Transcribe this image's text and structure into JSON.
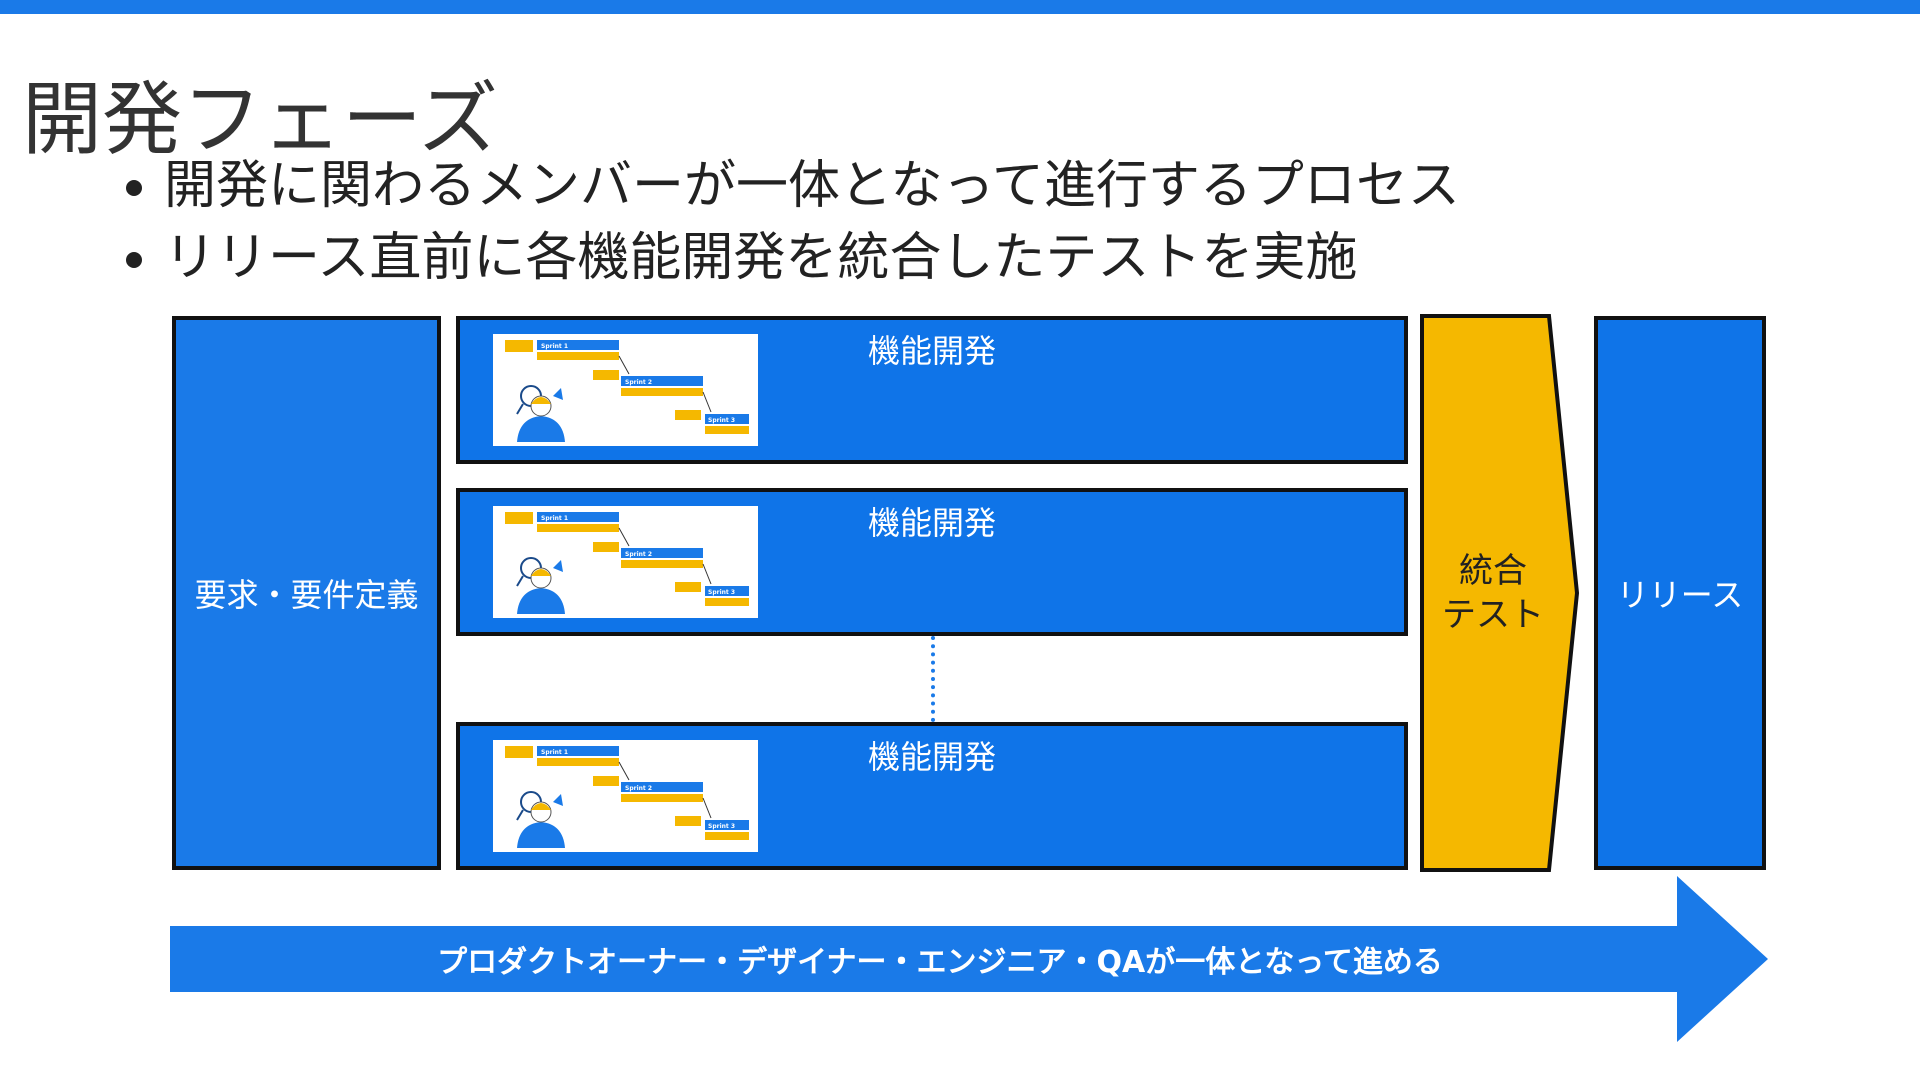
{
  "slide": {
    "title": "開発フェーズ",
    "bullets": [
      "開発に関わるメンバーが一体となって進行するプロセス",
      "リリース直前に各機能開発を統合したテストを実施"
    ]
  },
  "diagram": {
    "requirements_label": "要求・要件定義",
    "features": [
      {
        "label": "機能開発"
      },
      {
        "label": "機能開発"
      },
      {
        "label": "機能開発"
      }
    ],
    "thumbnail": {
      "sprint_labels": [
        "Sprint 1",
        "Sprint 2",
        "Sprint 3"
      ]
    },
    "integration_test": {
      "line1": "統合",
      "line2": "テスト"
    },
    "release_label": "リリース",
    "process_arrow_label": "プロダクトオーナー・デザイナー・エンジニア・QAが一体となって進める"
  },
  "colors": {
    "accent_blue": "#1a7ae8",
    "box_blue": "#0f74e8",
    "integration_yellow": "#f5b800",
    "border": "#111111"
  }
}
